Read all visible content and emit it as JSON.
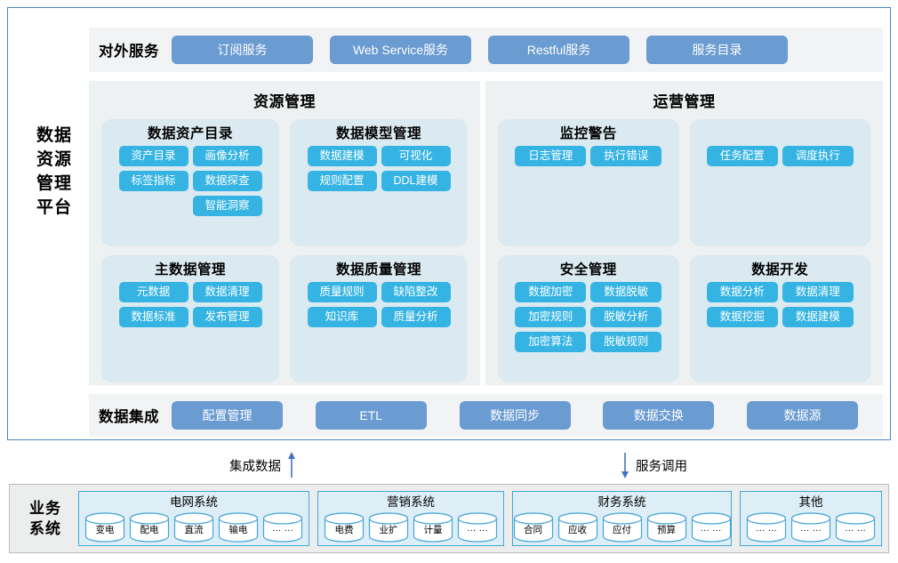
{
  "platform": {
    "label": "数据资源管理平台",
    "label_lines": [
      "数据",
      "资源",
      "管理",
      "平台"
    ]
  },
  "external_services": {
    "title": "对外服务",
    "items": [
      "订阅服务",
      "Web Service服务",
      "Restful服务",
      "服务目录"
    ]
  },
  "panels": [
    {
      "title": "资源管理",
      "cards": [
        {
          "title": "数据资产目录",
          "tags": [
            "资产目录",
            "画像分析",
            "标签指标",
            "数据探查",
            "智能洞察"
          ]
        },
        {
          "title": "数据模型管理",
          "tags": [
            "数据建模",
            "可视化",
            "规则配置",
            "DDL建模"
          ]
        },
        {
          "title": "主数据管理",
          "tags": [
            "元数据",
            "数据清理",
            "数据标准",
            "发布管理"
          ]
        },
        {
          "title": "数据质量管理",
          "tags": [
            "质量规则",
            "缺陷整改",
            "知识库",
            "质量分析"
          ]
        }
      ]
    },
    {
      "title": "运营管理",
      "cards": [
        {
          "title": "监控警告",
          "tags": [
            "日志管理",
            "执行错误"
          ]
        },
        {
          "title": "",
          "tags": [
            "任务配置",
            "调度执行"
          ]
        },
        {
          "title": "安全管理",
          "tags": [
            "数据加密",
            "数据脱敏",
            "加密规则",
            "脱敏分析",
            "加密算法",
            "脱敏规则"
          ]
        },
        {
          "title": "数据开发",
          "tags": [
            "数据分析",
            "数据清理",
            "数据挖掘",
            "数据建模"
          ]
        }
      ]
    }
  ],
  "data_integration": {
    "title": "数据集成",
    "items": [
      "配置管理",
      "ETL",
      "数据同步",
      "数据交换",
      "数据源"
    ]
  },
  "connectors": [
    {
      "label": "集成数据",
      "direction": "up"
    },
    {
      "label": "服务调用",
      "direction": "down"
    }
  ],
  "business_systems": {
    "label": "业务系统",
    "label_lines": [
      "业务",
      "系统"
    ],
    "groups": [
      {
        "title": "电网系统",
        "nodes": [
          "变电",
          "配电",
          "直流",
          "输电",
          "… …"
        ]
      },
      {
        "title": "营销系统",
        "nodes": [
          "电费",
          "业扩",
          "计量",
          "… …"
        ]
      },
      {
        "title": "财务系统",
        "nodes": [
          "合同",
          "应收",
          "应付",
          "预算",
          "… …"
        ]
      },
      {
        "title": "其他",
        "nodes": [
          "… …",
          "… …",
          "… …"
        ]
      }
    ]
  },
  "colors": {
    "frame_border": "#4a86c5",
    "strip_bg": "#f1f3f4",
    "panel_bg": "#eef1f2",
    "card_bg": "#dbeaf1",
    "tag_blue": "#35b4e3",
    "pill_blue": "#6a9bd1",
    "arrow_blue": "#4472c4",
    "sys_group_bg": "#ddeef7",
    "sys_group_border": "#46a6d8",
    "biz_frame_bg": "#eceded"
  }
}
